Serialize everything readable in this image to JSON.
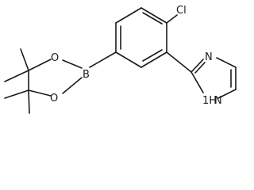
{
  "molecule": {
    "atom_labels": {
      "chlorine": "Cl",
      "imidazole_n": "N",
      "imidazole_nh": "NH",
      "imidazole_nh_h": "1H",
      "boron": "B",
      "oxygen_top": "O",
      "oxygen_bottom": "O"
    }
  }
}
